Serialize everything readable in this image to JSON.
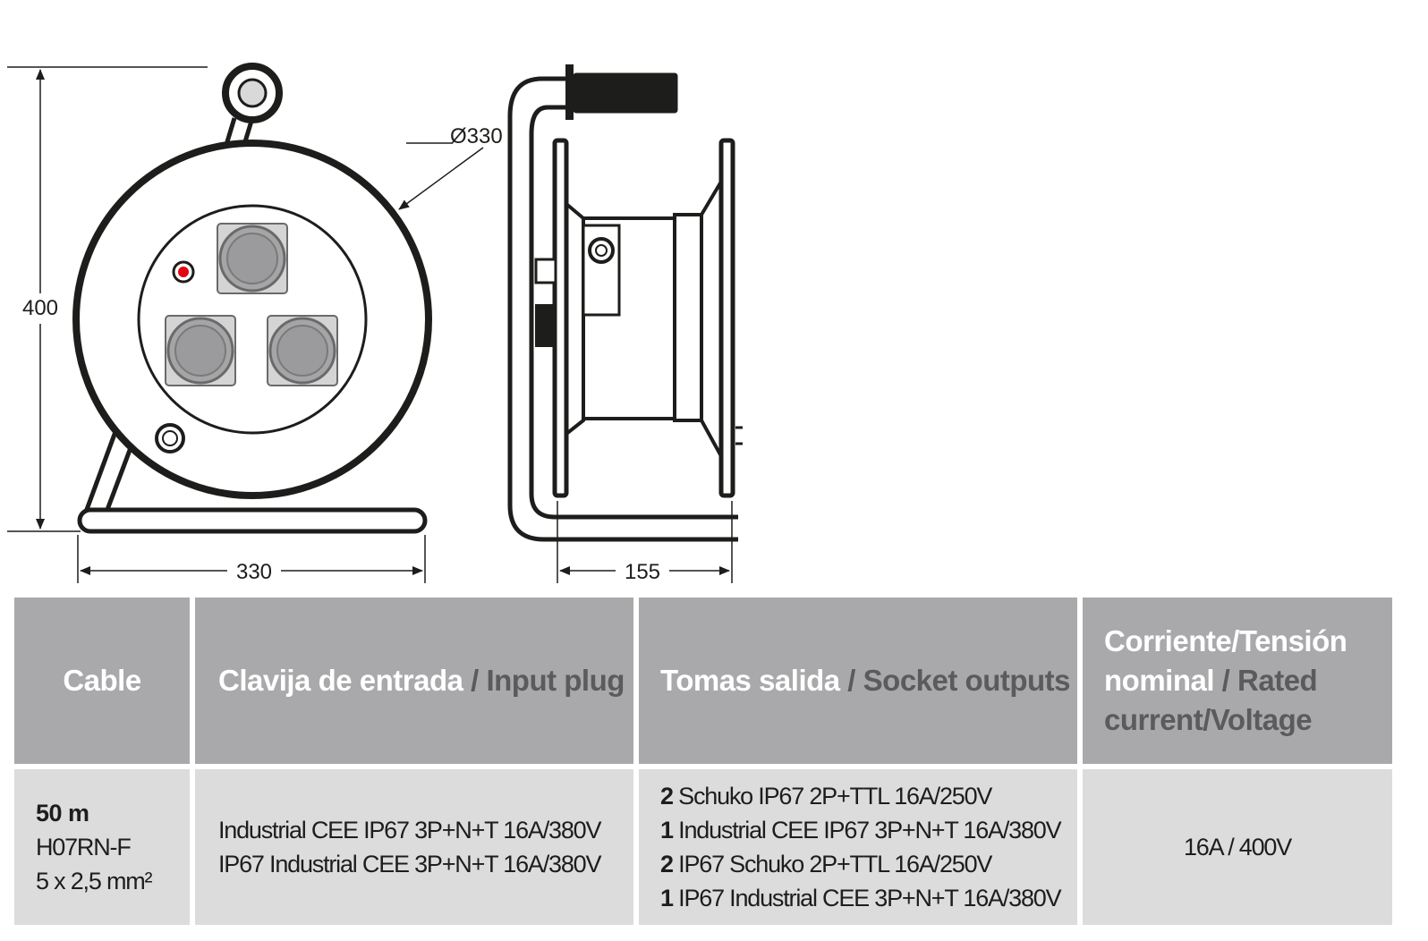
{
  "dimensions": {
    "height": "400",
    "width_front": "330",
    "diameter": "Ø330",
    "depth_side": "155"
  },
  "table": {
    "headers": [
      {
        "es": "Cable",
        "en": ""
      },
      {
        "es": "Clavija de entrada",
        "en": "Input plug"
      },
      {
        "es": "Tomas salida",
        "en": "Socket outputs"
      },
      {
        "es": "Corriente/Tensión nominal",
        "en": "Rated current/Voltage"
      }
    ],
    "separator": " / ",
    "row": {
      "cable": {
        "length": "50 m",
        "type": "H07RN-F",
        "section": "5 x 2,5 mm²"
      },
      "input_plug": [
        "Industrial CEE IP67 3P+N+T 16A/380V",
        "IP67 Industrial CEE 3P+N+T 16A/380V"
      ],
      "socket_outputs": [
        {
          "qty": "2",
          "text": "Schuko IP67 2P+TTL 16A/250V"
        },
        {
          "qty": "1",
          "text": "Industrial CEE IP67 3P+N+T 16A/380V"
        },
        {
          "qty": "2",
          "text": "IP67 Schuko 2P+TTL 16A/250V"
        },
        {
          "qty": "1",
          "text": "IP67 Industrial CEE 3P+N+T 16A/380V"
        }
      ],
      "rated": "16A / 400V"
    }
  },
  "colors": {
    "line": "#1d1d1b",
    "header_bg": "#a9a9ab",
    "body_bg": "#dcdcdc",
    "socket_grey": "#9b9b9d",
    "indicator_red": "#e30613"
  }
}
